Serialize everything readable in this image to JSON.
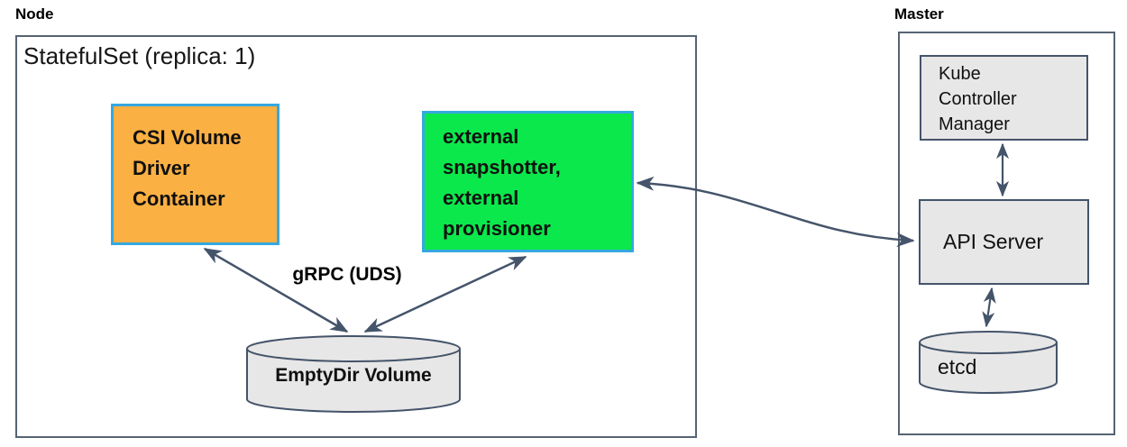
{
  "node": {
    "title": "Node",
    "statefulset_title": "StatefulSet (replica: 1)",
    "csi_driver_label": "CSI Volume Driver Container",
    "sidecar_label": "external snapshotter, external provisioner",
    "grpc_label": "gRPC (UDS)",
    "emptydir_label": "EmptyDir Volume"
  },
  "master": {
    "title": "Master",
    "kube_controller_manager_label": "Kube Controller Manager",
    "api_server_label": "API Server",
    "etcd_label": "etcd"
  },
  "colors": {
    "csi_driver_fill": "#FBB043",
    "sidecar_fill": "#0BE84B",
    "container_border": "#35A8E0",
    "component_fill": "#E8E7E7",
    "line_color": "#44546A",
    "frame_border": "#566373"
  }
}
